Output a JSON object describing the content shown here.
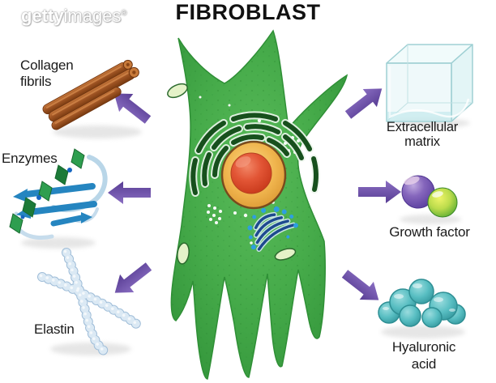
{
  "title": "FIBROBLAST",
  "watermark": {
    "getty": "getty",
    "images": "images",
    "mark": "®"
  },
  "labels": {
    "collagen": {
      "lines": [
        "Collagen",
        "fibrils"
      ]
    },
    "enzymes": {
      "line": "Enzymes"
    },
    "elastin": {
      "line": "Elastin"
    },
    "ecm": {
      "lines": [
        "Extracellular",
        "matrix"
      ]
    },
    "growth": {
      "line": "Growth factor"
    },
    "hyaluronic": {
      "lines": [
        "Hyaluronic",
        "acid"
      ]
    }
  },
  "colors": {
    "arrow_purple": "#6a4ca0",
    "cell_green": "#45ab4a",
    "nucleus_gold": "#f0b54e",
    "nucleolus_red": "#d94526",
    "er_dark_green": "#17501d",
    "golgi_blue": "#1e4a8f",
    "golgi_vesicle_blue": "#2e9fe0",
    "collagen_brown": "#9c4f1f",
    "elastin_light_blue": "#dbe9f4",
    "matrix_cyan": "#cfeaec",
    "growth_factor_purple": "#7a5ab8",
    "growth_factor_green": "#b8d848",
    "hyaluronic_teal": "#55bcc0"
  }
}
